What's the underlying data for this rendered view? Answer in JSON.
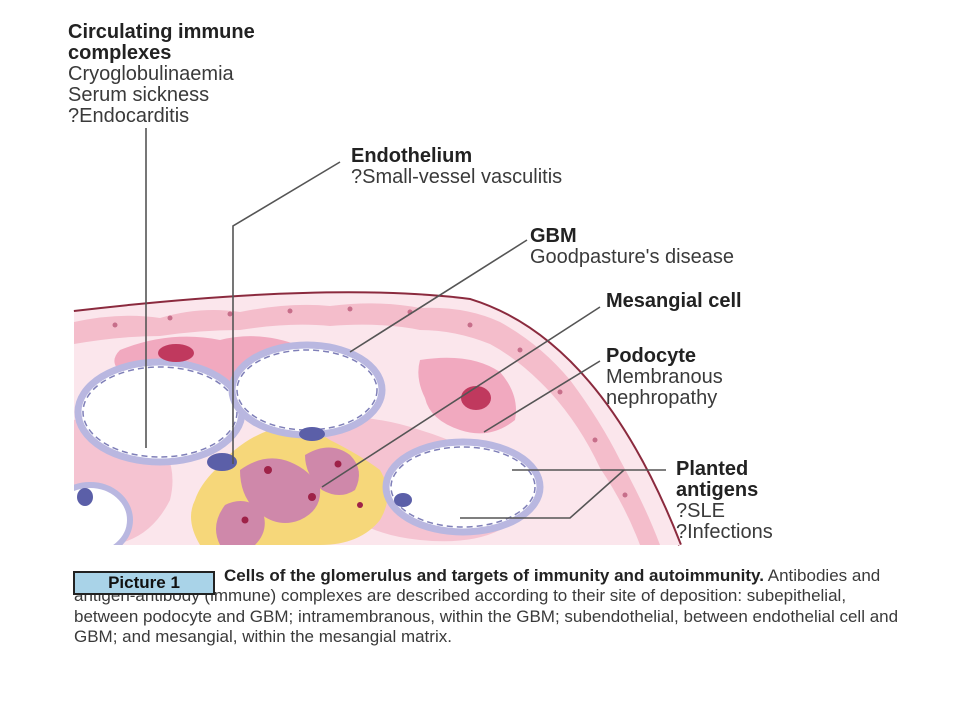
{
  "labels": {
    "circulating": {
      "heading": [
        "Circulating immune",
        "complexes"
      ],
      "lines": [
        "Cryoglobulinaemia",
        "Serum sickness",
        "?Endocarditis"
      ]
    },
    "endothelium": {
      "heading": [
        "Endothelium"
      ],
      "lines": [
        "?Small-vessel vasculitis"
      ]
    },
    "gbm": {
      "heading": [
        "GBM"
      ],
      "lines": [
        "Goodpasture's disease"
      ]
    },
    "mesangial": {
      "heading": [
        "Mesangial cell"
      ],
      "lines": []
    },
    "podocyte": {
      "heading": [
        "Podocyte"
      ],
      "lines": [
        "Membranous",
        "nephropathy"
      ]
    },
    "planted": {
      "heading": [
        "Planted",
        "antigens"
      ],
      "lines": [
        "?SLE",
        "?Infections"
      ]
    }
  },
  "caption": {
    "title": "Cells of the glomerulus and targets of immunity and autoimmunity.",
    "text": " Antibodies and antigen-antibody (immune) complexes are described according to their site of deposition: subepithelial, between podocyte and GBM; intramembranous, within the GBM; subendothelial, between endothelial cell and GBM; and mesangial, within the mesangial matrix."
  },
  "picture_tag": "Picture 1",
  "colors": {
    "capsule_outline": "#8b2a3e",
    "matrix_pink": "#f4b8c8",
    "capsule_fill": "#fbe3ea",
    "mesangium_yellow": "#f6d77a",
    "endothelial_blue": "#b9b7e0",
    "nucleus_red": "#c0395e",
    "leader_line": "#555555",
    "tag_blue": "#a9d3e8"
  }
}
